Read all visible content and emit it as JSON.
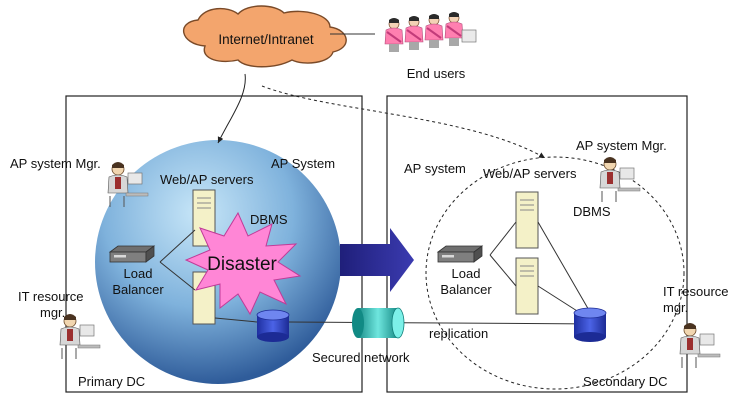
{
  "labels": {
    "internet": "Internet/Intranet",
    "end_users": "End users",
    "primary": {
      "ap_system_mgr": "AP system Mgr.",
      "ap_system": "AP System",
      "web_ap_servers": "Web/AP servers",
      "dbms": "DBMS",
      "load_balancer_1": "Load",
      "load_balancer_2": "Balancer",
      "it_resource_mgr_1": "IT resource",
      "it_resource_mgr_2": "mgr.",
      "disaster": "Disaster",
      "dc": "Primary DC"
    },
    "secured_network": "Secured network",
    "replication": "replication",
    "secondary": {
      "ap_system": "AP system",
      "web_ap_servers": "Web/AP servers",
      "ap_system_mgr": "AP system Mgr.",
      "dbms": "DBMS",
      "load_balancer_1": "Load",
      "load_balancer_2": "Balancer",
      "it_resource_mgr_1": "IT resource",
      "it_resource_mgr_2": "mgr.",
      "dc": "Secondary DC"
    }
  },
  "colors": {
    "cloud": "#f3a56d",
    "sphere_light": "#c7e6f8",
    "sphere_mid": "#7fb2dc",
    "sphere_dark": "#2f5c9a",
    "server": "#f4f1c8",
    "db": "#2c3fbf",
    "arrow": "#2b2b8f",
    "disaster": "#ff86d6",
    "network": "#20b2aa"
  }
}
